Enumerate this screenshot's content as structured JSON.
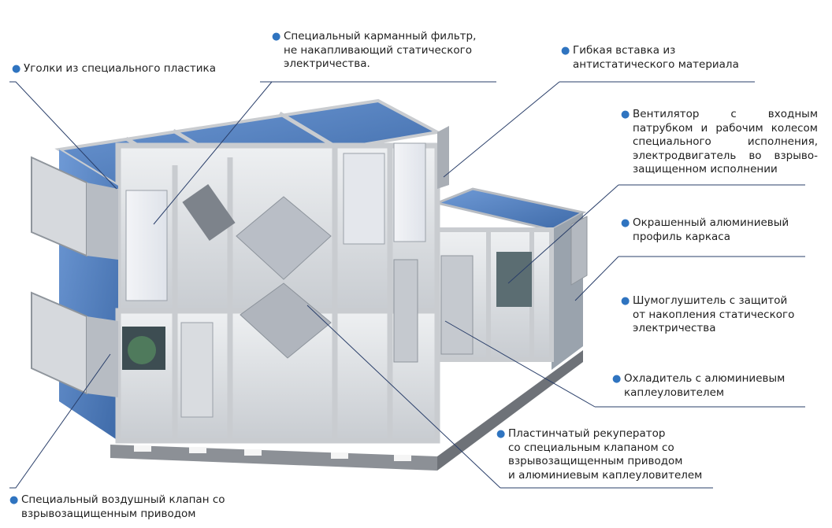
{
  "labels": {
    "corners": [
      "Уголки из специального пластика"
    ],
    "pocket_filter": [
      "Специальный карманный фильтр,",
      "не накапливающий статического",
      "электричества."
    ],
    "flex_insert": [
      "Гибкая вставка из",
      "антистатического материала"
    ],
    "fan": [
      "Вентилятор с входным",
      "патрубком и рабочим колесом",
      "специального исполнения,",
      "электродвигатель во взрыво-",
      "защищенном исполнении"
    ],
    "frame_profile": [
      "Окрашенный алюминиевый",
      "профиль каркаса"
    ],
    "silencer": [
      "Шумоглушитель с защитой",
      "от накопления статического",
      "электричества"
    ],
    "cooler": [
      "Охладитель с алюминиевым",
      "каплеуловителем"
    ],
    "recuperator": [
      "Пластинчатый рекуператор",
      "со специальным клапаном со",
      "взрывозащищенным приводом",
      "и алюминиевым каплеуловителем"
    ],
    "air_damper": [
      "Специальный воздушный клапан со",
      "взрывозащищенным приводом"
    ]
  },
  "colors": {
    "bullet": "#2f74c0",
    "panel_blue": "#4f7fbf",
    "frame": "#c9ccd0",
    "leader": "#2a3f6a"
  }
}
